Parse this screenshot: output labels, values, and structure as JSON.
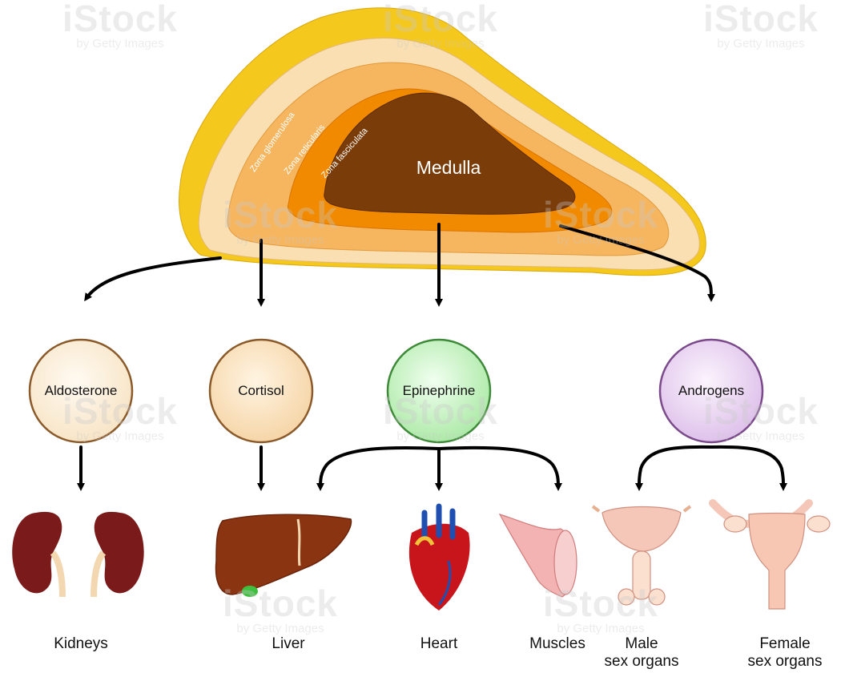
{
  "gland": {
    "medulla": "Medulla",
    "zones": {
      "glomerulosa": "Zona glomerulosa",
      "reticularis": "Zona reticularis",
      "fasciculata": "Zona fasciculata"
    }
  },
  "hormones": {
    "aldosterone": "Aldosterone",
    "cortisol": "Cortisol",
    "epinephrine": "Epinephrine",
    "androgens": "Androgens"
  },
  "targets": {
    "kidneys": "Kidneys",
    "liver": "Liver",
    "heart": "Heart",
    "muscles": "Muscles",
    "male": "Male\nsex organs",
    "female": "Female\nsex organs"
  },
  "watermark": {
    "brand": "iStock",
    "byline": "by Getty Images"
  },
  "colors": {
    "capsule": "#f5c81e",
    "glomerulosa": "#f9dfb2",
    "fasciculata": "#f6b660",
    "reticularis": "#f28a00",
    "medulla": "#7a3d0a",
    "aldosterone_fill": "#fdf0dc",
    "cortisol_fill": "#fbe3c0",
    "epinephrine_fill": "#c9f0c4",
    "androgens_fill": "#ebd5f3"
  }
}
